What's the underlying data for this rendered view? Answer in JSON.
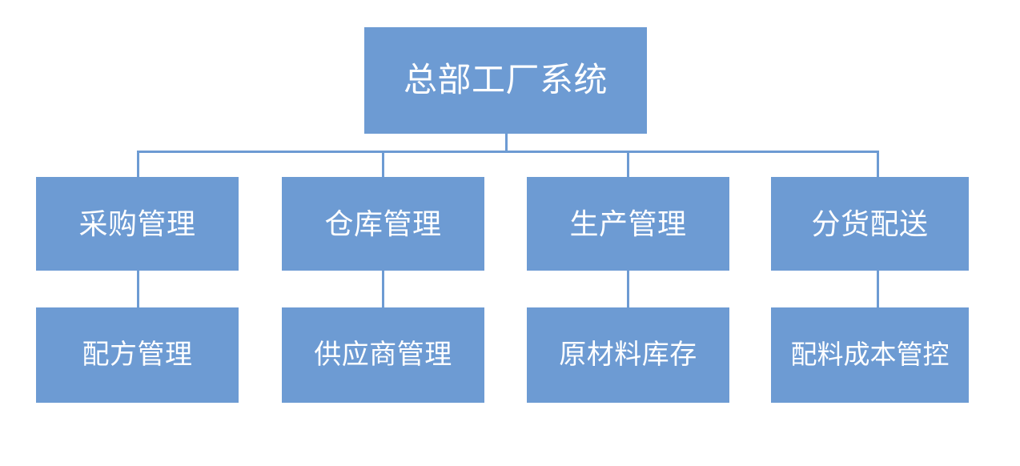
{
  "diagram": {
    "title": "总部工厂系统",
    "accent_color": "#6D9BD3",
    "text_color": "#FFFFFF",
    "background_color": "#FFFFFF",
    "root": {
      "label": "总部工厂系统"
    },
    "branches": [
      {
        "label": "采购管理",
        "child": {
          "label": "配方管理"
        }
      },
      {
        "label": "仓库管理",
        "child": {
          "label": "供应商管理"
        }
      },
      {
        "label": "生产管理",
        "child": {
          "label": "原材料库存"
        }
      },
      {
        "label": "分货配送",
        "child": {
          "label": "配料成本管控"
        }
      }
    ]
  }
}
